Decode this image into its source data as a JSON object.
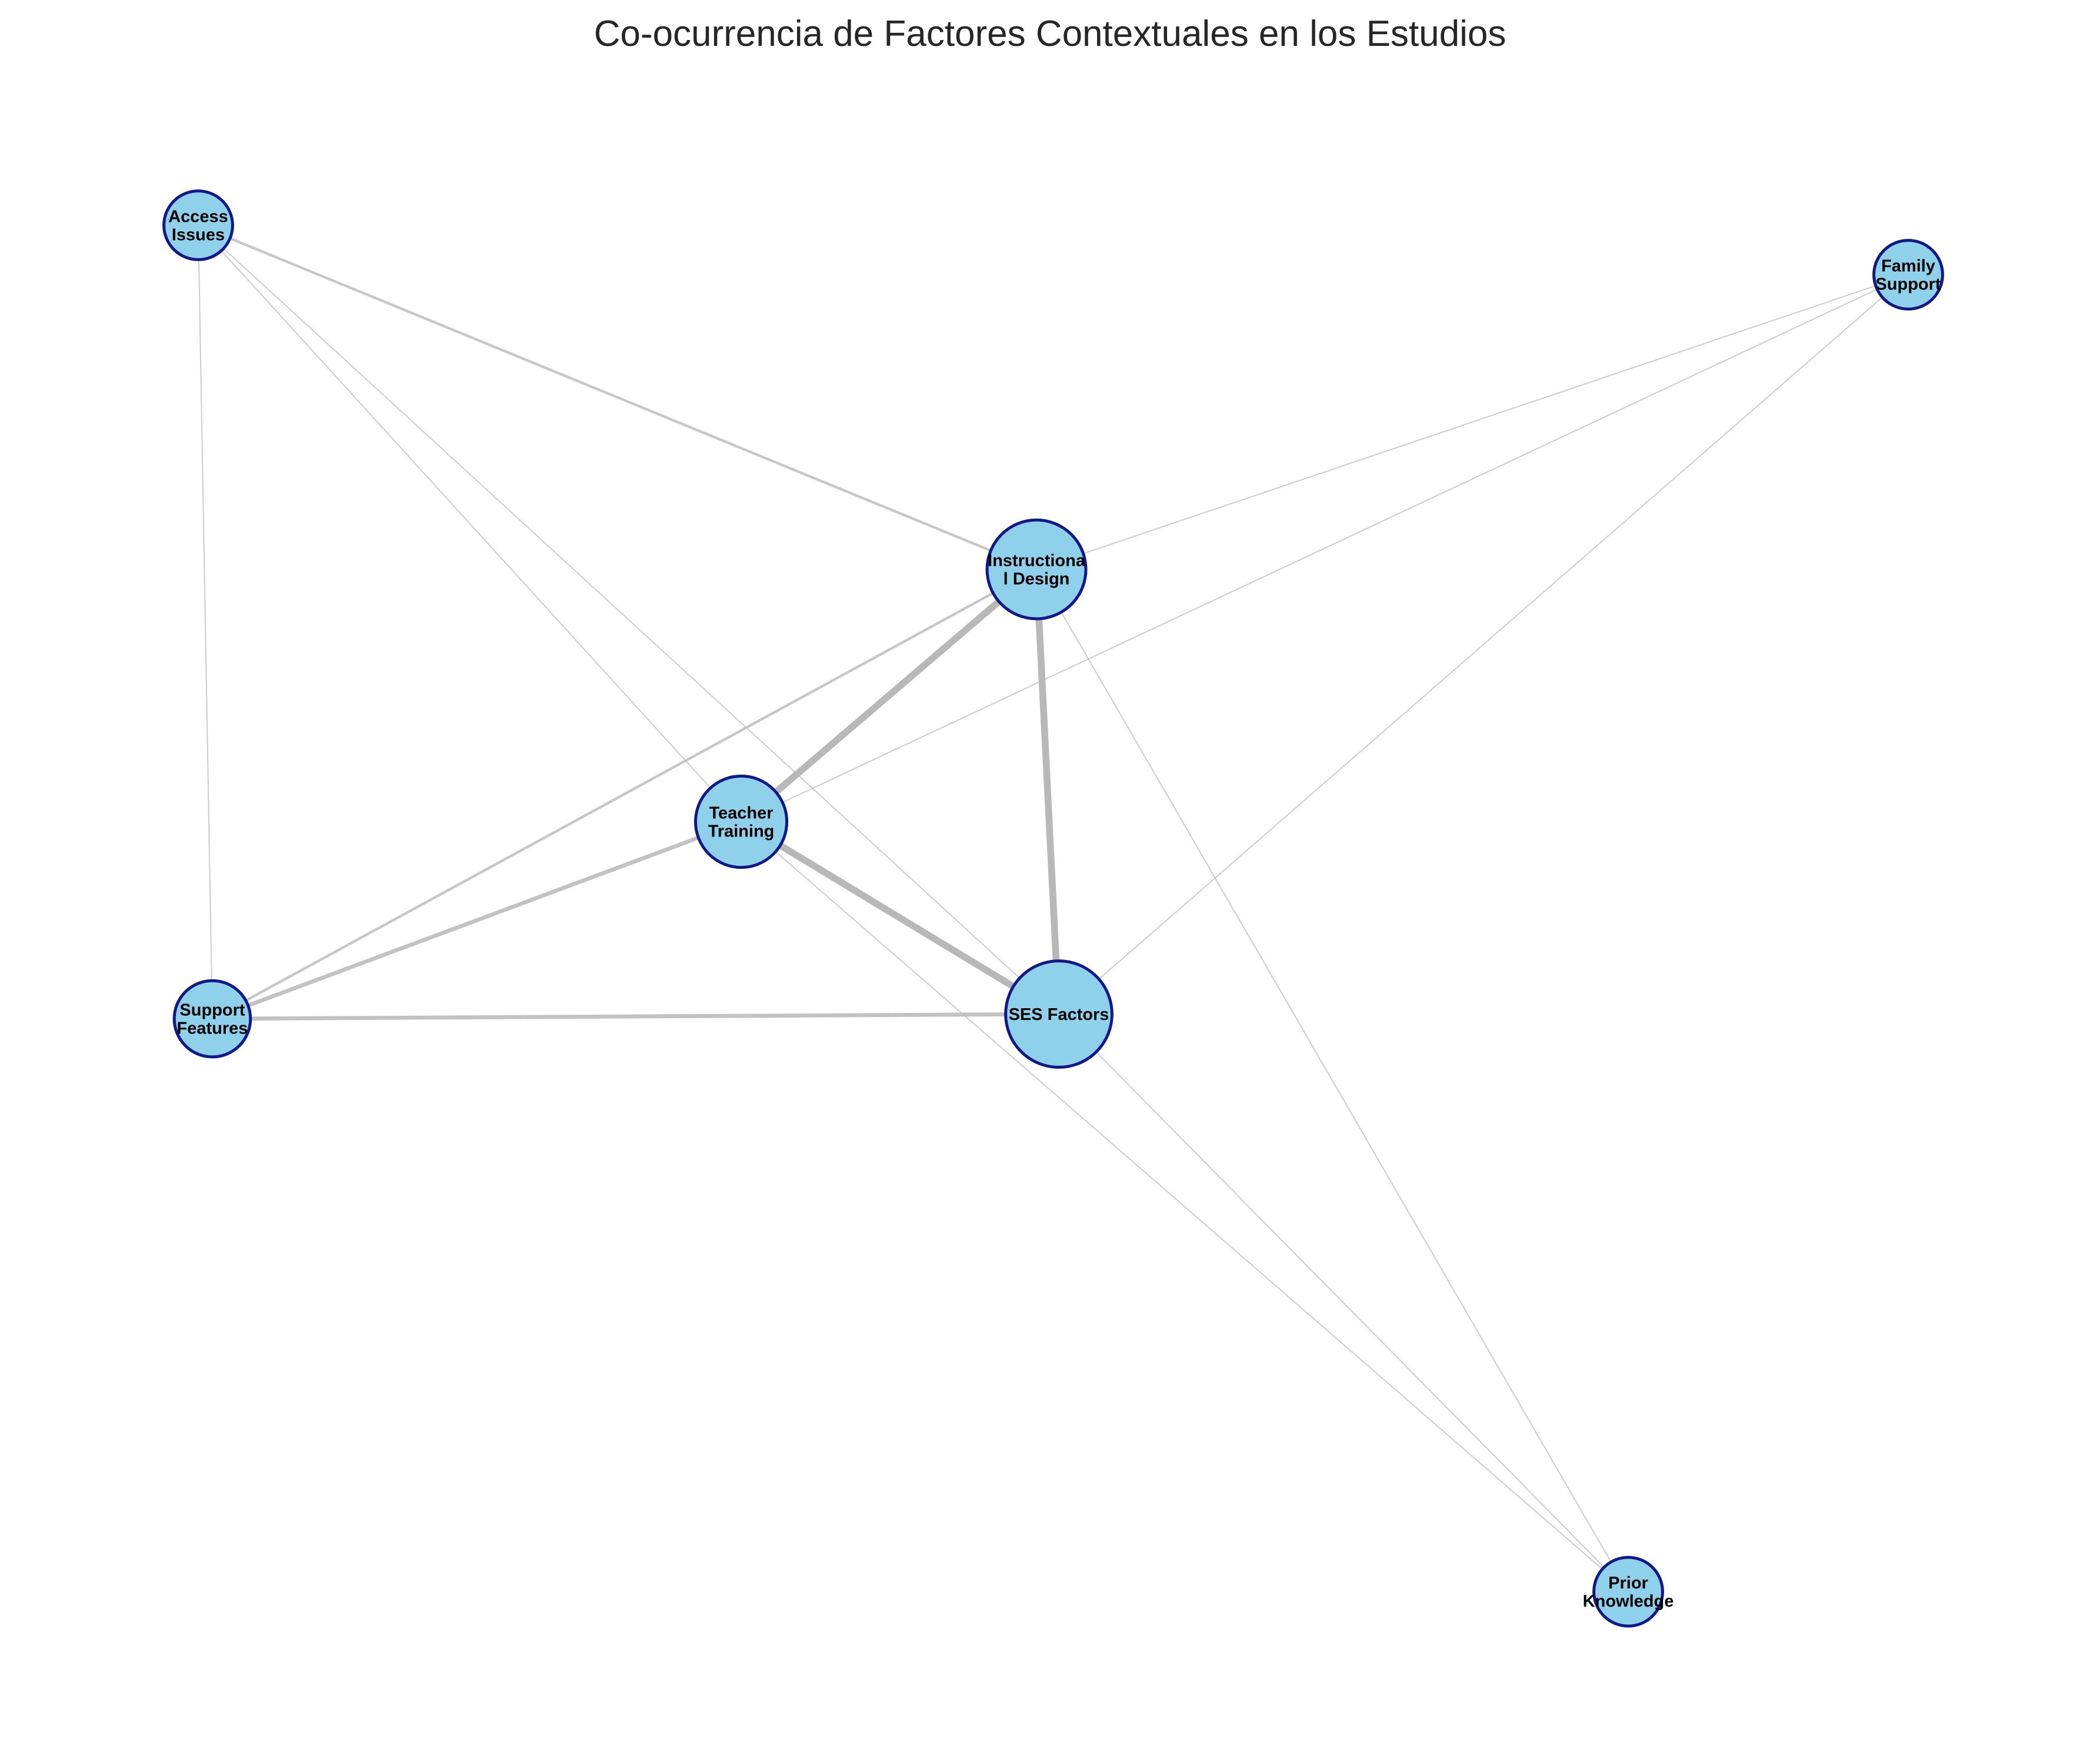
{
  "title": "Co-ocurrencia de Factores Contextuales en los Estudios",
  "colors": {
    "node_fill": "#8fd1eb",
    "node_stroke": "#10188a",
    "edge": "#b8b8b8",
    "title": "#262626"
  },
  "nodes": [
    {
      "id": "instructional_design",
      "label_lines": [
        "Instructiona",
        "l Design"
      ],
      "weight": 5
    },
    {
      "id": "teacher_training",
      "label_lines": [
        "Teacher",
        "Training"
      ],
      "weight": 4
    },
    {
      "id": "ses_factors",
      "label_lines": [
        "SES Factors"
      ],
      "weight": 6
    },
    {
      "id": "access_issues",
      "label_lines": [
        "Access",
        "Issues"
      ],
      "weight": 1
    },
    {
      "id": "family_support",
      "label_lines": [
        "Family",
        "Support"
      ],
      "weight": 1
    },
    {
      "id": "support_features",
      "label_lines": [
        "Support",
        "Features"
      ],
      "weight": 2
    },
    {
      "id": "prior_knowledge",
      "label_lines": [
        "Prior",
        "Knowledge"
      ],
      "weight": 1
    }
  ],
  "edges": [
    {
      "source": "instructional_design",
      "target": "teacher_training",
      "weight": 5
    },
    {
      "source": "instructional_design",
      "target": "ses_factors",
      "weight": 5
    },
    {
      "source": "teacher_training",
      "target": "ses_factors",
      "weight": 5
    },
    {
      "source": "support_features",
      "target": "ses_factors",
      "weight": 3
    },
    {
      "source": "support_features",
      "target": "teacher_training",
      "weight": 3
    },
    {
      "source": "support_features",
      "target": "instructional_design",
      "weight": 2
    },
    {
      "source": "access_issues",
      "target": "instructional_design",
      "weight": 2
    },
    {
      "source": "access_issues",
      "target": "teacher_training",
      "weight": 1
    },
    {
      "source": "access_issues",
      "target": "ses_factors",
      "weight": 1
    },
    {
      "source": "access_issues",
      "target": "support_features",
      "weight": 1
    },
    {
      "source": "family_support",
      "target": "instructional_design",
      "weight": 1
    },
    {
      "source": "family_support",
      "target": "teacher_training",
      "weight": 1
    },
    {
      "source": "family_support",
      "target": "ses_factors",
      "weight": 1
    },
    {
      "source": "prior_knowledge",
      "target": "instructional_design",
      "weight": 1
    },
    {
      "source": "prior_knowledge",
      "target": "teacher_training",
      "weight": 1
    },
    {
      "source": "prior_knowledge",
      "target": "ses_factors",
      "weight": 1
    }
  ]
}
